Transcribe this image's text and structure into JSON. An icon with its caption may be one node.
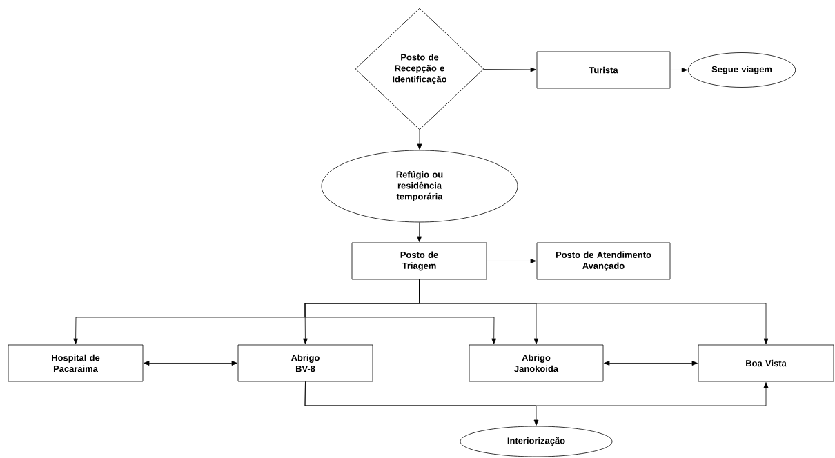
{
  "diagram": {
    "nodes": [
      {
        "text": [
          "Posto de Recepção e Identificação"
        ]
      },
      {
        "text": [
          "Turista"
        ]
      },
      {
        "text": [
          "Segue viagem"
        ]
      },
      {
        "text": [
          "Refúgio ou residência temporária"
        ]
      },
      {
        "text": [
          "Posto de Triagem"
        ]
      },
      {
        "text": [
          "Posto de Atendimento Avançado"
        ]
      },
      {
        "text": [
          "Hospital de Pacaraima"
        ]
      },
      {
        "text": [
          "Abrigo BV-8"
        ]
      },
      {
        "text": [
          "Abrigo Janokoida"
        ]
      },
      {
        "text": [
          "Boa Vista"
        ]
      },
      {
        "text": [
          "Interiorização"
        ]
      }
    ],
    "edges": [
      {
        "from": 0,
        "to": 1,
        "arrow": "to"
      },
      {
        "from": 1,
        "to": 2,
        "arrow": "to"
      },
      {
        "from": 0,
        "to": 3,
        "arrow": "to"
      },
      {
        "from": 3,
        "to": 4,
        "arrow": "to"
      },
      {
        "from": 4,
        "to": 5,
        "arrow": "to"
      },
      {
        "from": 4,
        "to": 6,
        "arrow": "to"
      },
      {
        "from": 4,
        "to": 7,
        "arrow": "to"
      },
      {
        "from": 4,
        "to": 8,
        "arrow": "to"
      },
      {
        "from": 4,
        "to": 8,
        "arrow": "to"
      },
      {
        "from": 4,
        "to": 9,
        "arrow": "to"
      },
      {
        "from": 6,
        "to": 7,
        "arrow": "both"
      },
      {
        "from": 8,
        "to": 9,
        "arrow": "both"
      },
      {
        "from": 7,
        "to": 10,
        "arrow": "to"
      },
      {
        "from": 7,
        "to": 9,
        "arrow": "to"
      }
    ]
  }
}
